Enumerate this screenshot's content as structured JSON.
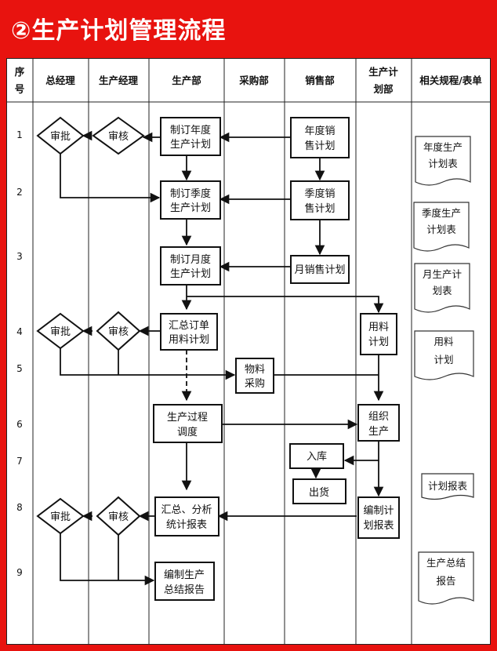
{
  "title": "②生产计划管理流程",
  "columns": {
    "seq": [
      "序",
      "号"
    ],
    "gm": "总经理",
    "pm": "生产经理",
    "prod": "生产部",
    "purchase": "采购部",
    "sales": "销售部",
    "plan": [
      "生产计",
      "划部"
    ],
    "docs": "相关规程/表单"
  },
  "rows": [
    "1",
    "2",
    "3",
    "4",
    "5",
    "6",
    "7",
    "8",
    "9"
  ],
  "steps": {
    "s1_approve": "审批",
    "s1_review": "审核",
    "annual_plan": [
      "制订年度",
      "生产计划"
    ],
    "annual_sales": [
      "年度销",
      "售计划"
    ],
    "quarter_plan": [
      "制订季度",
      "生产计划"
    ],
    "quarter_sales": [
      "季度销",
      "售计划"
    ],
    "month_plan": [
      "制订月度",
      "生产计划"
    ],
    "month_sales": "月销售计划",
    "s4_approve": "审批",
    "s4_review": "审核",
    "summary_orders": [
      "汇总订单",
      "用料计划"
    ],
    "material_plan": [
      "用料",
      "计划"
    ],
    "material_purchase": [
      "物料",
      "采购"
    ],
    "process_dispatch": [
      "生产过程",
      "调度"
    ],
    "organize_prod": [
      "组织",
      "生产"
    ],
    "warehouse_in": "入库",
    "shipment": "出货",
    "s8_approve": "审批",
    "s8_review": "审核",
    "summary_stats": [
      "汇总、分析",
      "统计报表"
    ],
    "plan_report": [
      "编制计",
      "划报表"
    ],
    "summary_report": [
      "编制生产",
      "总结报告"
    ]
  },
  "docs": {
    "d1": [
      "年度生产",
      "计划表"
    ],
    "d2": [
      "季度生产",
      "计划表"
    ],
    "d3": [
      "月生产计",
      "划表"
    ],
    "d4": [
      "用料",
      "计划"
    ],
    "d7": "计划报表",
    "d9": [
      "生产总结",
      "报告"
    ]
  }
}
